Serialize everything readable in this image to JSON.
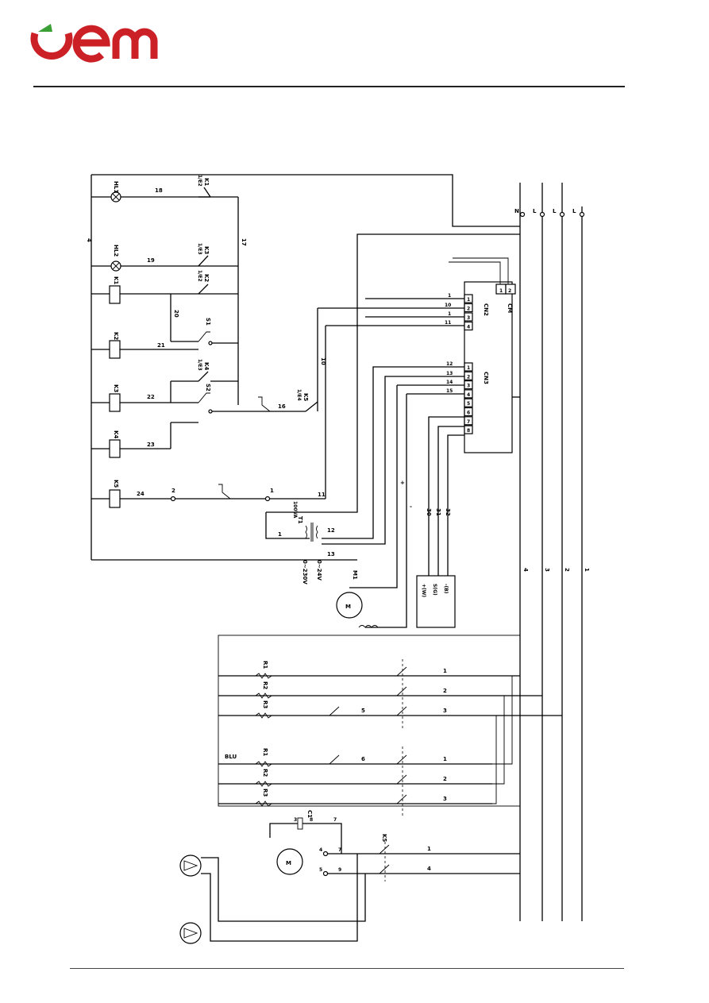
{
  "brand": {
    "name": "oem",
    "colors": {
      "red": "#cc2027",
      "green": "#3aa035",
      "ink": "#1a1a1a"
    }
  },
  "diagram": {
    "supply": {
      "N": "N",
      "L1": "L",
      "L2": "L",
      "L3": "L"
    },
    "bus_numbers": [
      "4",
      "3",
      "2",
      "1"
    ],
    "lamps": [
      "HL1",
      "HL2"
    ],
    "relays": [
      "K1",
      "K2",
      "K3",
      "K4",
      "K5"
    ],
    "contacts": {
      "k1_top": "K1",
      "k1_top_ref": "1/E2",
      "k3_top": "K3",
      "k3_top_ref": "1/E3",
      "k2_top": "K2",
      "k2_top_ref": "1/E2",
      "k4_top": "K4",
      "k4_top_ref": "1/E3",
      "k5_top": "K5",
      "k5_top_ref": "1/E4"
    },
    "switches": [
      "S1",
      "S2"
    ],
    "wire_numbers": {
      "w18": "18",
      "w19": "19",
      "w17": "17",
      "w20": "20",
      "w21": "21",
      "w22": "22",
      "w23": "23",
      "w24": "24",
      "w16": "16",
      "w10": "10",
      "w4": "4",
      "w1": "1",
      "w11": "11",
      "w12": "12",
      "w13": "13",
      "w30": "30",
      "w31": "31",
      "w32": "32",
      "w2": "2"
    },
    "board": {
      "label": "CM",
      "cn2": "CN2",
      "cn3": "CN3",
      "cn2_pins": [
        "1",
        "2",
        "3",
        "4"
      ],
      "cn3_pins": [
        "1",
        "2",
        "3",
        "4",
        "5",
        "6",
        "7",
        "8"
      ],
      "top_pins": [
        "1",
        "2"
      ],
      "cn2_wires": [
        "1",
        "10",
        "1",
        "11"
      ],
      "cn3_wires": [
        "12",
        "13",
        "14",
        "15"
      ]
    },
    "transformer": {
      "name": "T1",
      "rating": "100VA",
      "primary": "0~230V",
      "secondary": "0~24V"
    },
    "motor_m1": {
      "name": "M1",
      "symbol": "M"
    },
    "probe_labels": {
      "plus": "+(W)",
      "signal": "S(G)",
      "minus": "-(B)",
      "plus_sign": "+",
      "minus_sign": "-"
    },
    "heaters": {
      "R1": "R1",
      "R2": "R2",
      "R3": "R3",
      "blu": "BLU"
    },
    "heater_wires": [
      "1",
      "2",
      "3",
      "5",
      "1",
      "2",
      "3",
      "6"
    ],
    "pump": {
      "capacitor": "C1",
      "terminals": [
        "3",
        "8",
        "7",
        "4",
        "7",
        "5",
        "9"
      ],
      "symbol": "M",
      "k5_lines": [
        "1",
        "4"
      ]
    }
  }
}
